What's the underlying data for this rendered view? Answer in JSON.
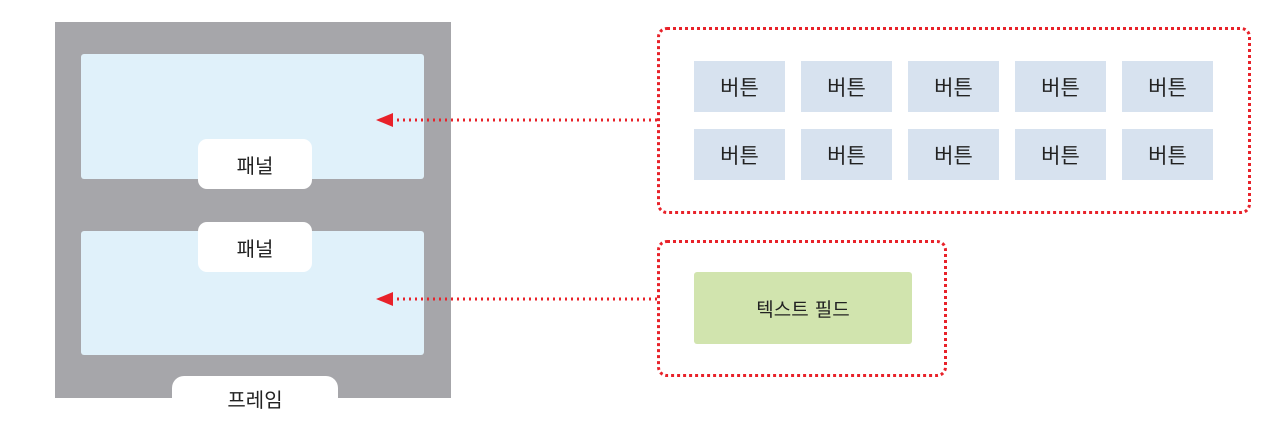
{
  "frame": {
    "label": "프레임"
  },
  "panels": [
    {
      "label": "패널"
    },
    {
      "label": "패널"
    }
  ],
  "buttons": [
    "버튼",
    "버튼",
    "버튼",
    "버튼",
    "버튼",
    "버튼",
    "버튼",
    "버튼",
    "버튼",
    "버튼"
  ],
  "text_field": {
    "label": "텍스트 필드"
  },
  "colors": {
    "frame": "#a6a6aa",
    "panel": "#e0f1fa",
    "button": "#d7e2ef",
    "text_field": "#d1e4ae",
    "connector": "#e8222a"
  }
}
